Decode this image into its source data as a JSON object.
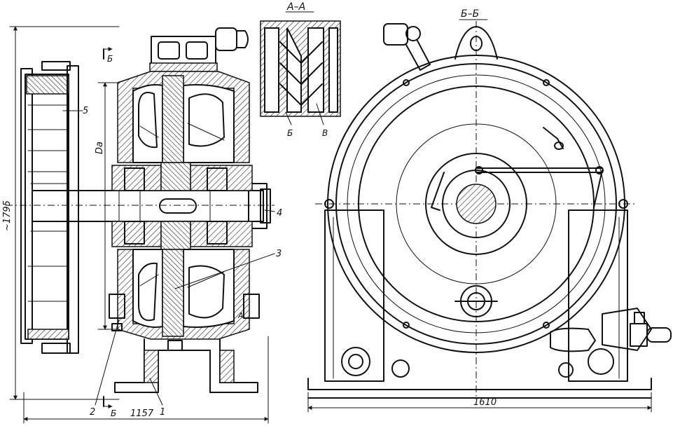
{
  "labels": {
    "section_aa": "А–А",
    "section_bb": "Б–Б",
    "cut_mark_top": "Б",
    "cut_mark_bottom": "Б",
    "da_label": "Dа",
    "letter_b": "Б",
    "letter_v": "В",
    "arrow_a": "А",
    "part_1": "1",
    "part_2": "2",
    "part_3": "3",
    "part_4": "4",
    "part_5": "5"
  },
  "dimensions": {
    "height": "~1795",
    "width_left": "1157",
    "width_right": "1610"
  }
}
